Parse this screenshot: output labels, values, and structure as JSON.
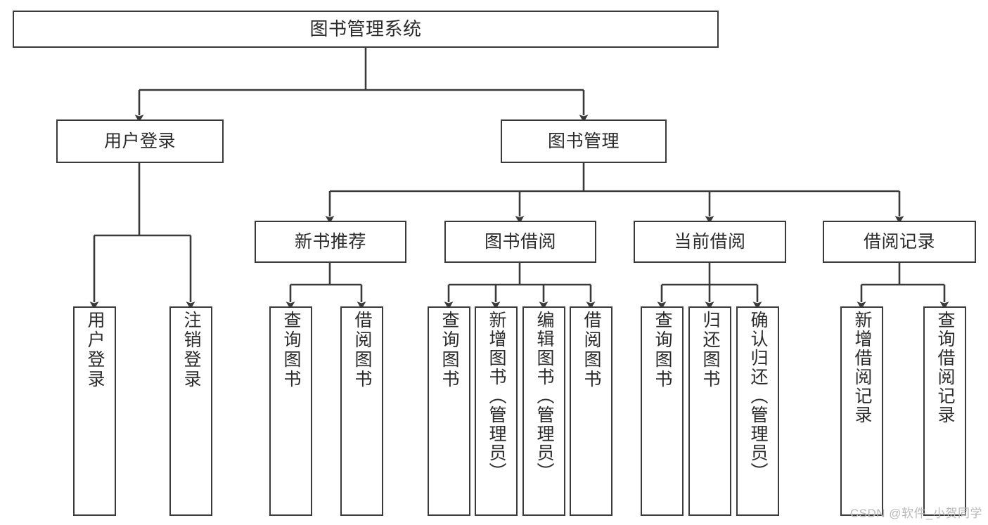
{
  "diagram": {
    "title": "图书管理系统",
    "type": "tree",
    "orientation": "top-down",
    "colors": {
      "node_border": "#3a3a3a",
      "node_fill": "#ffffff",
      "edge": "#3a3a3a",
      "text": "#2b2b2b",
      "watermark": "#b9b9b9",
      "background": "#ffffff"
    },
    "watermark": "CSDN @软件_小贺同学",
    "nodes": {
      "root": {
        "label": "图书管理系统"
      },
      "level2": [
        {
          "id": "user-login",
          "label": "用户登录"
        },
        {
          "id": "book-manage",
          "label": "图书管理"
        }
      ],
      "level3": [
        {
          "id": "new-book-recommend",
          "label": "新书推荐"
        },
        {
          "id": "book-borrow",
          "label": "图书借阅"
        },
        {
          "id": "current-borrow",
          "label": "当前借阅"
        },
        {
          "id": "borrow-record",
          "label": "借阅记录"
        }
      ],
      "leaves": [
        {
          "id": "leaf-user-login",
          "label": "用户登录",
          "parent": "user-login"
        },
        {
          "id": "leaf-user-logout",
          "label": "注销登录",
          "parent": "user-login"
        },
        {
          "id": "leaf-query-book-1",
          "label": "查询图书",
          "parent": "new-book-recommend"
        },
        {
          "id": "leaf-borrow-book-1",
          "label": "借阅图书",
          "parent": "new-book-recommend"
        },
        {
          "id": "leaf-query-book-2",
          "label": "查询图书",
          "parent": "book-borrow"
        },
        {
          "id": "leaf-add-book",
          "label": "新增图书（管理员）",
          "parent": "book-borrow"
        },
        {
          "id": "leaf-edit-book",
          "label": "编辑图书（管理员）",
          "parent": "book-borrow"
        },
        {
          "id": "leaf-borrow-book-2",
          "label": "借阅图书",
          "parent": "book-borrow"
        },
        {
          "id": "leaf-query-book-3",
          "label": "查询图书",
          "parent": "current-borrow"
        },
        {
          "id": "leaf-return-book",
          "label": "归还图书",
          "parent": "current-borrow"
        },
        {
          "id": "leaf-confirm-return",
          "label": "确认归还（管理员）",
          "parent": "current-borrow"
        },
        {
          "id": "leaf-add-record",
          "label": "新增借阅记录",
          "parent": "borrow-record"
        },
        {
          "id": "leaf-query-record",
          "label": "查询借阅记录",
          "parent": "borrow-record"
        }
      ]
    }
  }
}
